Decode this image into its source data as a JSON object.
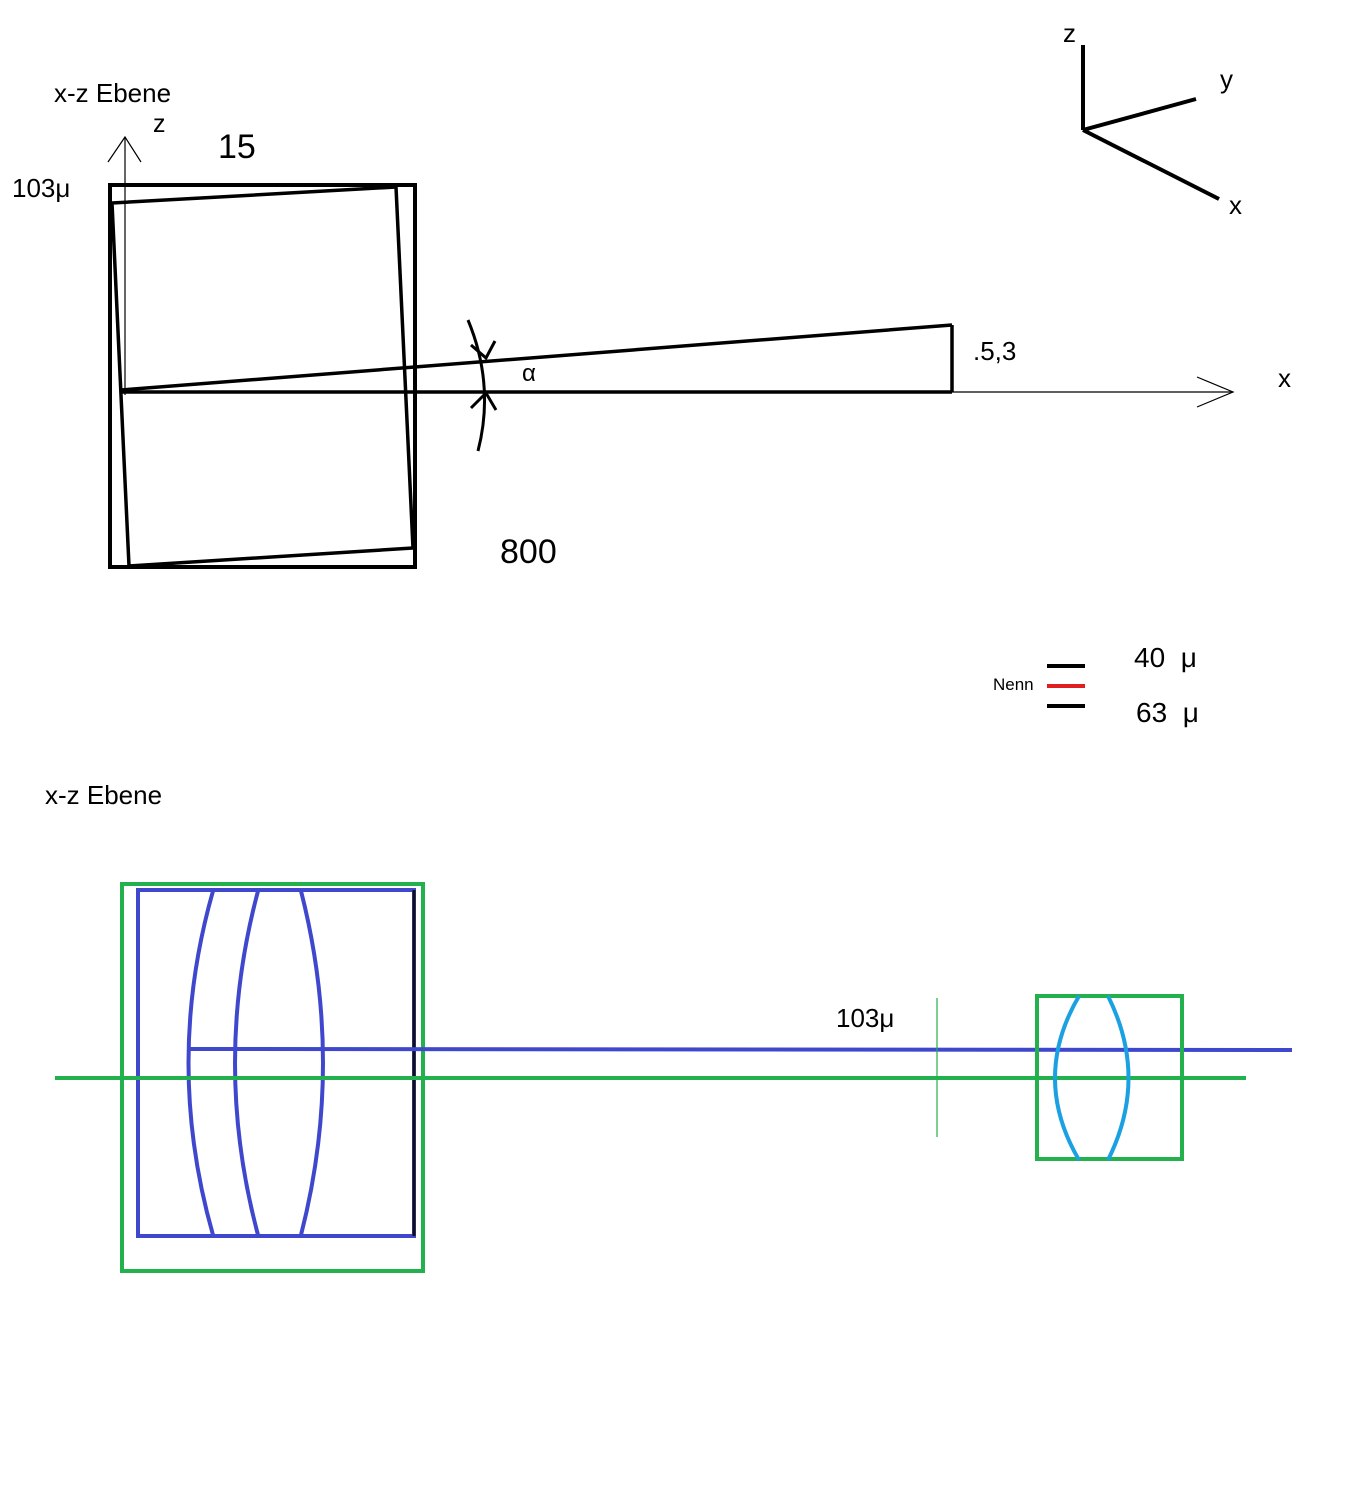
{
  "top_view": {
    "plane_label": "x-z Ebene",
    "z_axis_label": "z",
    "width_label": "15",
    "height_label": "103μ",
    "length_label": "800",
    "angle_label": "α",
    "offset_label": ".5,3",
    "x_axis_label": "x"
  },
  "axes_triad": {
    "z_label": "z",
    "y_label": "y",
    "x_label": "x"
  },
  "tolerance_legend": {
    "name_label": "Nenn",
    "upper_value": "40  μ",
    "lower_value": "63  μ",
    "nominal_color": "#e02020",
    "limit_color": "#000000"
  },
  "bottom_view": {
    "plane_label": "x-z Ebene",
    "offset_label": "103μ",
    "colors": {
      "outline": "#22b14c",
      "part": "#3f48cc",
      "lens": "#1ba1e2"
    }
  }
}
